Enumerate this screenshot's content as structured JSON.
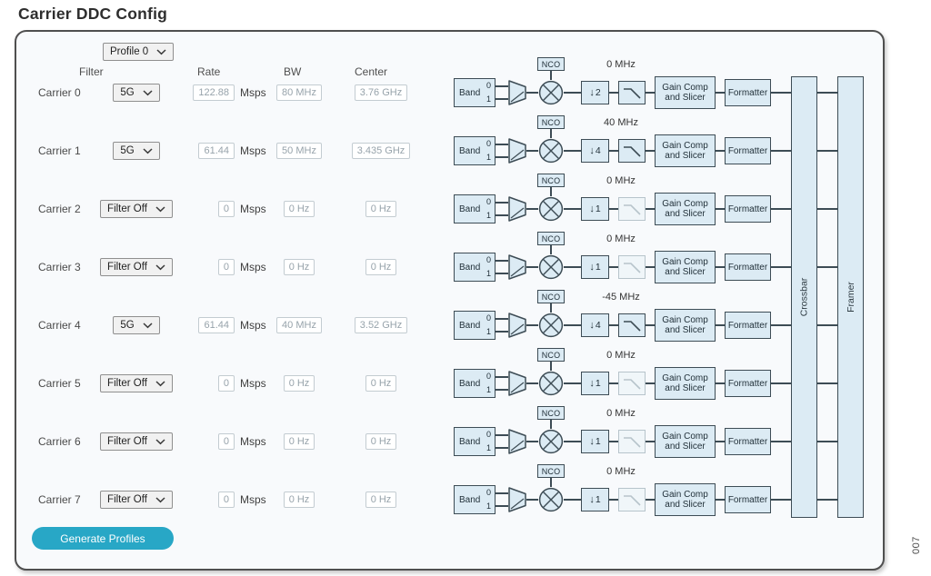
{
  "page": {
    "title": "Carrier DDC Config",
    "figure_number": "007"
  },
  "profile": {
    "selected": "Profile 0"
  },
  "headers": {
    "filter": "Filter",
    "rate": "Rate",
    "bw": "BW",
    "center": "Center"
  },
  "units": {
    "rate": "Msps"
  },
  "carriers": [
    {
      "label": "Carrier 0",
      "filter": "5G",
      "rate": "122.88",
      "bw": "80 MHz",
      "center": "3.76 GHz",
      "nco": "0 MHz",
      "decimation": "2",
      "active": true
    },
    {
      "label": "Carrier 1",
      "filter": "5G",
      "rate": "61.44",
      "bw": "50 MHz",
      "center": "3.435 GHz",
      "nco": "40 MHz",
      "decimation": "4",
      "active": true
    },
    {
      "label": "Carrier 2",
      "filter": "Filter Off",
      "rate": "0",
      "bw": "0 Hz",
      "center": "0 Hz",
      "nco": "0 MHz",
      "decimation": "1",
      "active": false
    },
    {
      "label": "Carrier 3",
      "filter": "Filter Off",
      "rate": "0",
      "bw": "0 Hz",
      "center": "0 Hz",
      "nco": "0 MHz",
      "decimation": "1",
      "active": false
    },
    {
      "label": "Carrier 4",
      "filter": "5G",
      "rate": "61.44",
      "bw": "40 MHz",
      "center": "3.52 GHz",
      "nco": "-45 MHz",
      "decimation": "4",
      "active": true
    },
    {
      "label": "Carrier 5",
      "filter": "Filter Off",
      "rate": "0",
      "bw": "0 Hz",
      "center": "0 Hz",
      "nco": "0 MHz",
      "decimation": "1",
      "active": false
    },
    {
      "label": "Carrier 6",
      "filter": "Filter Off",
      "rate": "0",
      "bw": "0 Hz",
      "center": "0 Hz",
      "nco": "0 MHz",
      "decimation": "1",
      "active": false
    },
    {
      "label": "Carrier 7",
      "filter": "Filter Off",
      "rate": "0",
      "bw": "0 Hz",
      "center": "0 Hz",
      "nco": "0 MHz",
      "decimation": "1",
      "active": false
    }
  ],
  "diagram": {
    "band_label": "Band",
    "band_ports": [
      "0",
      "1"
    ],
    "nco_label": "NCO",
    "decimation_prefix": "↓",
    "gain_line1": "Gain Comp",
    "gain_line2": "and Slicer",
    "formatter_label": "Formatter",
    "crossbar_label": "Crossbar",
    "framer_label": "Framer"
  },
  "footer": {
    "generate_button": "Generate Profiles"
  },
  "colors": {
    "accent": "#28a7c6",
    "box-fill": "#dcebf4",
    "box-stroke": "#3d4c55",
    "inactive-stroke": "#b7c4cb",
    "panel-bg": "#f8fafc"
  }
}
